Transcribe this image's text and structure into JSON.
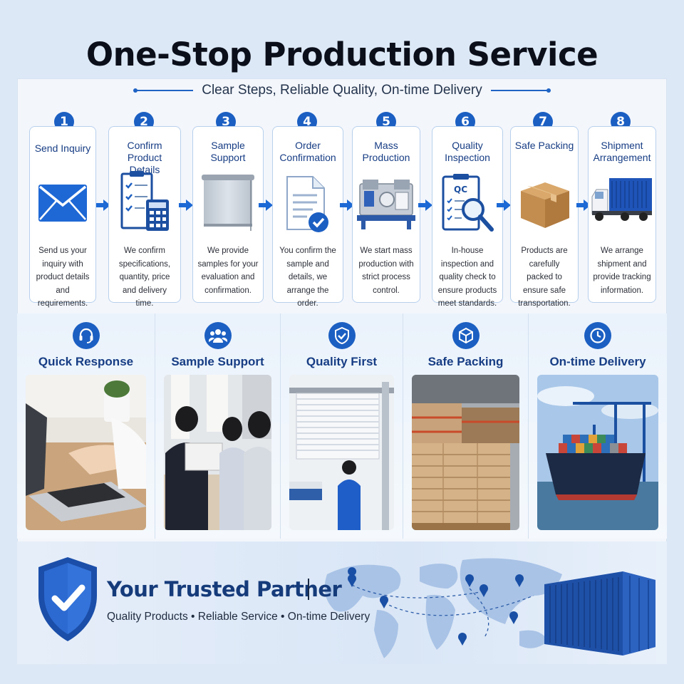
{
  "header": {
    "title": "One-Stop Production Service",
    "subtitle": "Clear Steps, Reliable Quality, On-time Delivery"
  },
  "steps": [
    {
      "number": "1",
      "title": "Send Inquiry",
      "desc": "Send us your inquiry with product details and requirements.",
      "icon": "envelope-icon"
    },
    {
      "number": "2",
      "title": "Confirm Product Details",
      "desc": "We confirm specifications, quantity, price and delivery time.",
      "icon": "checklist-calculator-icon"
    },
    {
      "number": "3",
      "title": "Sample Support",
      "desc": "We provide samples for your evaluation and confirmation.",
      "icon": "roller-blind-icon"
    },
    {
      "number": "4",
      "title": "Order Confirmation",
      "desc": "You confirm the sample and details, we arrange the order.",
      "icon": "document-check-icon"
    },
    {
      "number": "5",
      "title": "Mass Production",
      "desc": "We start mass production with strict process control.",
      "icon": "machine-icon"
    },
    {
      "number": "6",
      "title": "Quality Inspection",
      "desc": "In-house inspection and quality check to ensure products meet standards.",
      "icon": "qc-magnifier-icon",
      "badge": "QC"
    },
    {
      "number": "7",
      "title": "Safe Packing",
      "desc": "Products are carefully packed to ensure safe transportation.",
      "icon": "cardboard-box-icon"
    },
    {
      "number": "8",
      "title": "Shipment Arrangement",
      "desc": "We arrange shipment and provide tracking information.",
      "icon": "container-truck-icon"
    }
  ],
  "features": [
    {
      "title": "Quick Response",
      "icon": "headset-icon",
      "photo": "typing-laptop-photo"
    },
    {
      "title": "Sample Support",
      "icon": "team-icon",
      "photo": "team-meeting-photo"
    },
    {
      "title": "Quality First",
      "icon": "shield-check-icon",
      "photo": "blind-inspection-photo"
    },
    {
      "title": "Safe Packing",
      "icon": "box-icon",
      "photo": "warehouse-photo"
    },
    {
      "title": "On-time Delivery",
      "icon": "clock-icon",
      "photo": "container-ship-photo"
    }
  ],
  "banner": {
    "title": "Your Trusted Partner",
    "subtitle": "Quality Products • Reliable Service • On-time Delivery"
  },
  "colors": {
    "accent": "#1c5fc2",
    "heading_blue": "#173d84",
    "background": "#dde8f6"
  }
}
